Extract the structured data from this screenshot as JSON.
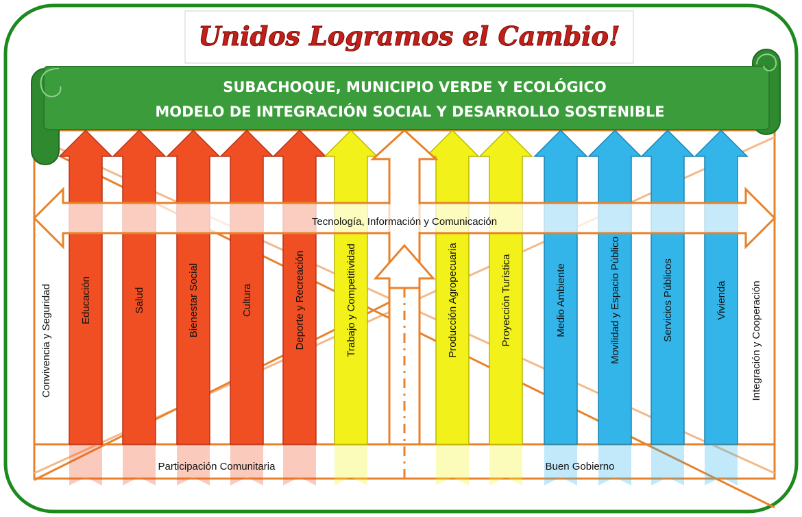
{
  "slogan": "Unidos Logramos el Cambio!",
  "banner": {
    "line1": "SUBACHOQUE, MUNICIPIO VERDE Y ECOLÓGICO",
    "line2": "MODELO DE INTEGRACIÓN SOCIAL Y DESARROLLO SOSTENIBLE"
  },
  "pillars": [
    {
      "label": "Educación",
      "color": "red"
    },
    {
      "label": "Salud",
      "color": "red"
    },
    {
      "label": "Bienestar Social",
      "color": "red"
    },
    {
      "label": "Cultura",
      "color": "red"
    },
    {
      "label": "Deporte y Recreación",
      "color": "red"
    },
    {
      "label": "Trabajo y Competitividad",
      "color": "yellow"
    },
    {
      "label": "Producción Agropecuaria",
      "color": "yellow"
    },
    {
      "label": "Proyección Turística",
      "color": "yellow"
    },
    {
      "label": "Medio Ambiente",
      "color": "blue"
    },
    {
      "label": "Movilidad y Espacio Público",
      "color": "blue"
    },
    {
      "label": "Servicios Públicos",
      "color": "blue"
    },
    {
      "label": "Vivienda",
      "color": "blue"
    }
  ],
  "side_labels": {
    "left": "Convivencia y Seguridad",
    "right": "Integración y Cooperación"
  },
  "horizontal_axis": "Tecnología, Información y Comunicación",
  "bottom_left": "Participación Comunitaria",
  "bottom_right": "Buen Gobierno",
  "colors": {
    "red": "#f04e23",
    "yellow": "#f2f21a",
    "blue": "#33b5ea",
    "green_banner": "#3a9c3a",
    "frame_green": "#1d8a1d",
    "orange_line": "#e8822a",
    "slogan_red": "#c0201a"
  }
}
